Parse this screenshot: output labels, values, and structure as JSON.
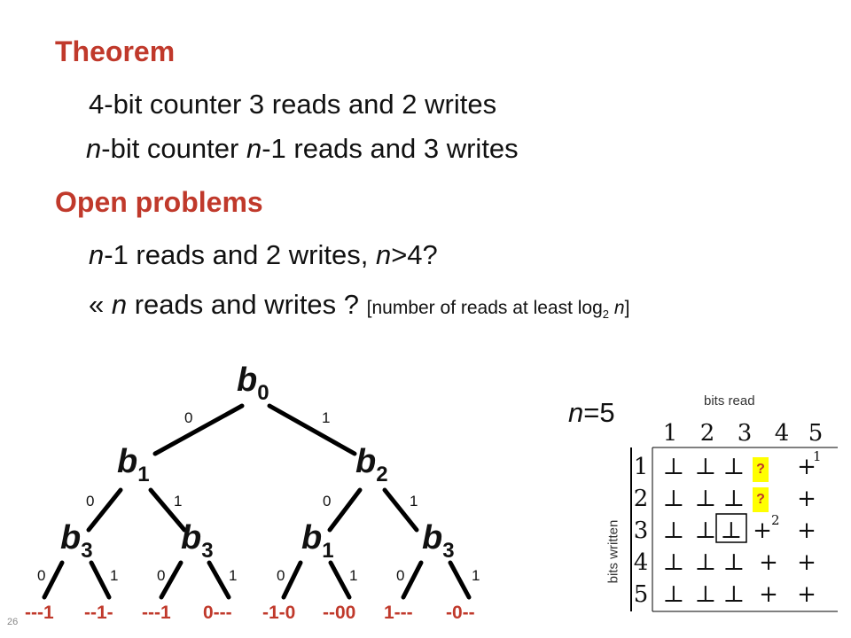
{
  "slide": {
    "theorem_heading": "Theorem",
    "theorem_line1": "4-bit counter 3 reads and 2 writes",
    "theorem_line2_var": "n",
    "theorem_line2_rest": "-bit counter ",
    "theorem_line2_var2": "n",
    "theorem_line2_end": "-1 reads and 3 writes",
    "open_heading": "Open problems",
    "open_line1_var": "n",
    "open_line1_mid": "-1 reads and 2 writes, ",
    "open_line1_var2": "n",
    "open_line1_end": ">4?",
    "open_line2_prefix": "« ",
    "open_line2_var": "n",
    "open_line2_mid": " reads and writes ? ",
    "open_line2_bracket": "[number of reads at least log",
    "open_line2_sub": "2",
    "open_line2_var3": "n",
    "open_line2_close": "]",
    "page_number": "26"
  },
  "tree": {
    "nodes": [
      {
        "letter": "b",
        "sub": "0"
      },
      {
        "letter": "b",
        "sub": "1"
      },
      {
        "letter": "b",
        "sub": "2"
      },
      {
        "letter": "b",
        "sub": "3"
      },
      {
        "letter": "b",
        "sub": "3"
      },
      {
        "letter": "b",
        "sub": "1"
      },
      {
        "letter": "b",
        "sub": "3"
      }
    ],
    "edge_labels": [
      "0",
      "1",
      "0",
      "1",
      "0",
      "1",
      "0",
      "1",
      "0",
      "1",
      "0",
      "1",
      "0",
      "1"
    ],
    "leaves": [
      "---1",
      "--1-",
      "---1",
      "0---",
      "-1-0",
      "--00",
      "1---",
      "-0--"
    ]
  },
  "table": {
    "n_label_var": "n",
    "n_label_rest": "=5",
    "bits_read": "bits read",
    "bits_written": "bits  written",
    "col_headers": [
      "1",
      "2",
      "3",
      "4",
      "5"
    ],
    "row_headers": [
      "1",
      "2",
      "3",
      "4",
      "5"
    ],
    "rows": [
      [
        "⊥",
        "⊥",
        "⊥",
        "?",
        "+"
      ],
      [
        "⊥",
        "⊥",
        "⊥",
        "?",
        "+"
      ],
      [
        "⊥",
        "⊥",
        "⊥",
        "+",
        "+"
      ],
      [
        "⊥",
        "⊥",
        "⊥",
        "+",
        "+"
      ],
      [
        "⊥",
        "⊥",
        "⊥",
        "+",
        "+"
      ]
    ],
    "superscripts": [
      "1",
      "2"
    ],
    "question_mark": "?"
  },
  "colors": {
    "heading": "#c0392b",
    "highlight": "#ffff00"
  }
}
